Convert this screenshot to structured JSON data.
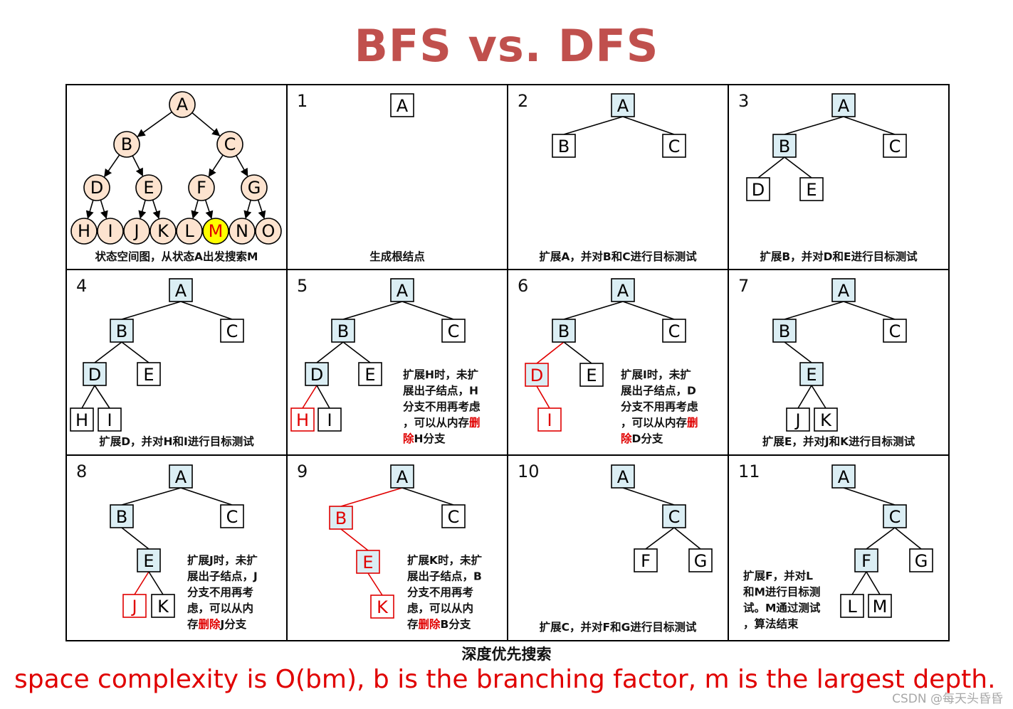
{
  "title": "BFS vs. DFS",
  "caption": "深度优先搜索",
  "footer": "space complexity is O(bm), b is the branching factor, m is the largest depth.",
  "watermark": "CSDN @每天头昏昏",
  "colors": {
    "title": "#c0504d",
    "highlight": "#e00000",
    "circle_fill": "#fde3cf",
    "goal_fill": "#ffff00",
    "expanded_fill": "#dbeef4",
    "box_fill": "#ffffff"
  },
  "state_space": {
    "caption": "状态空间图，从状态A出发搜索M",
    "goal": "M",
    "nodes": [
      "A",
      "B",
      "C",
      "D",
      "E",
      "F",
      "G",
      "H",
      "I",
      "J",
      "K",
      "L",
      "M",
      "N",
      "O"
    ],
    "edges": [
      [
        "A",
        "B"
      ],
      [
        "A",
        "C"
      ],
      [
        "B",
        "D"
      ],
      [
        "B",
        "E"
      ],
      [
        "C",
        "F"
      ],
      [
        "C",
        "G"
      ],
      [
        "D",
        "H"
      ],
      [
        "D",
        "I"
      ],
      [
        "E",
        "J"
      ],
      [
        "E",
        "K"
      ],
      [
        "F",
        "L"
      ],
      [
        "F",
        "M"
      ],
      [
        "G",
        "N"
      ],
      [
        "G",
        "O"
      ]
    ]
  },
  "steps": [
    {
      "number": "1",
      "caption": "生成根结点",
      "nodes": [
        [
          "A",
          "w"
        ]
      ],
      "edges": []
    },
    {
      "number": "2",
      "caption": "扩展A，并对B和C进行目标测试",
      "nodes": [
        [
          "A",
          "b"
        ],
        [
          "B",
          "w"
        ],
        [
          "C",
          "w"
        ]
      ],
      "edges": [
        [
          "A",
          "B"
        ],
        [
          "A",
          "C"
        ]
      ]
    },
    {
      "number": "3",
      "caption": "扩展B，并对D和E进行目标测试",
      "nodes": [
        [
          "A",
          "b"
        ],
        [
          "B",
          "b"
        ],
        [
          "C",
          "w"
        ],
        [
          "D",
          "w"
        ],
        [
          "E",
          "w"
        ]
      ],
      "edges": [
        [
          "A",
          "B"
        ],
        [
          "A",
          "C"
        ],
        [
          "B",
          "D"
        ],
        [
          "B",
          "E"
        ]
      ]
    },
    {
      "number": "4",
      "caption": "扩展D，并对H和I进行目标测试",
      "nodes": [
        [
          "A",
          "b"
        ],
        [
          "B",
          "b"
        ],
        [
          "C",
          "w"
        ],
        [
          "D",
          "b"
        ],
        [
          "E",
          "w"
        ],
        [
          "H",
          "w"
        ],
        [
          "I",
          "w"
        ]
      ],
      "edges": [
        [
          "A",
          "B"
        ],
        [
          "A",
          "C"
        ],
        [
          "B",
          "D"
        ],
        [
          "B",
          "E"
        ],
        [
          "D",
          "H"
        ],
        [
          "D",
          "I"
        ]
      ]
    },
    {
      "number": "5",
      "note": [
        [
          "t",
          "扩展H时，未扩"
        ],
        [
          "t",
          "展出子结点，H"
        ],
        [
          "t",
          "分支不用再考虑"
        ],
        [
          "t",
          "，可以从内存",
          "删"
        ],
        [
          "r",
          "除",
          "H分支"
        ]
      ],
      "nodes": [
        [
          "A",
          "b"
        ],
        [
          "B",
          "b"
        ],
        [
          "C",
          "w"
        ],
        [
          "D",
          "b"
        ],
        [
          "E",
          "w"
        ],
        [
          "H",
          "r"
        ],
        [
          "I",
          "w"
        ]
      ],
      "edges": [
        [
          "A",
          "B"
        ],
        [
          "A",
          "C"
        ],
        [
          "B",
          "D"
        ],
        [
          "B",
          "E"
        ],
        [
          "D",
          "H",
          "r"
        ],
        [
          "D",
          "I"
        ]
      ]
    },
    {
      "number": "6",
      "note": [
        [
          "t",
          "扩展I时，未扩"
        ],
        [
          "t",
          "展出子结点，D"
        ],
        [
          "t",
          "分支不用再考虑"
        ],
        [
          "t",
          "，可以从内存",
          "删"
        ],
        [
          "r",
          "除",
          "D分支"
        ]
      ],
      "nodes": [
        [
          "A",
          "b"
        ],
        [
          "B",
          "b"
        ],
        [
          "C",
          "w"
        ],
        [
          "D",
          "rb"
        ],
        [
          "E",
          "w"
        ],
        [
          "I",
          "r"
        ]
      ],
      "edges": [
        [
          "A",
          "B"
        ],
        [
          "A",
          "C"
        ],
        [
          "B",
          "D",
          "r"
        ],
        [
          "B",
          "E"
        ],
        [
          "D",
          "I",
          "r"
        ]
      ]
    },
    {
      "number": "7",
      "caption": "扩展E，并对J和K进行目标测试",
      "nodes": [
        [
          "A",
          "b"
        ],
        [
          "B",
          "b"
        ],
        [
          "C",
          "w"
        ],
        [
          "E",
          "b"
        ],
        [
          "J",
          "w"
        ],
        [
          "K",
          "w"
        ]
      ],
      "edges": [
        [
          "A",
          "B"
        ],
        [
          "A",
          "C"
        ],
        [
          "B",
          "E"
        ],
        [
          "E",
          "J"
        ],
        [
          "E",
          "K"
        ]
      ]
    },
    {
      "number": "8",
      "note": [
        [
          "t",
          "扩展J时，未扩"
        ],
        [
          "t",
          "展出子结点，J"
        ],
        [
          "t",
          "分支不用再考"
        ],
        [
          "t",
          "虑，可以从内"
        ],
        [
          "s",
          "存",
          "删除",
          "J分支"
        ]
      ],
      "nodes": [
        [
          "A",
          "b"
        ],
        [
          "B",
          "b"
        ],
        [
          "C",
          "w"
        ],
        [
          "E",
          "b"
        ],
        [
          "J",
          "r"
        ],
        [
          "K",
          "w"
        ]
      ],
      "edges": [
        [
          "A",
          "B"
        ],
        [
          "A",
          "C"
        ],
        [
          "B",
          "E"
        ],
        [
          "E",
          "J",
          "r"
        ],
        [
          "E",
          "K"
        ]
      ]
    },
    {
      "number": "9",
      "note": [
        [
          "t",
          "扩展K时，未扩"
        ],
        [
          "t",
          "展出子结点，B"
        ],
        [
          "t",
          "分支不用再考"
        ],
        [
          "t",
          "虑，可以从内"
        ],
        [
          "s",
          "存",
          "删除",
          "B分支"
        ]
      ],
      "nodes": [
        [
          "A",
          "b"
        ],
        [
          "B",
          "rb"
        ],
        [
          "C",
          "w"
        ],
        [
          "E",
          "rb"
        ],
        [
          "K",
          "r"
        ]
      ],
      "edges": [
        [
          "A",
          "B",
          "r"
        ],
        [
          "A",
          "C"
        ],
        [
          "B",
          "E",
          "r"
        ],
        [
          "E",
          "K",
          "r"
        ]
      ]
    },
    {
      "number": "10",
      "caption": "扩展C，并对F和G进行目标测试",
      "nodes": [
        [
          "A",
          "b"
        ],
        [
          "C",
          "b"
        ],
        [
          "F",
          "w"
        ],
        [
          "G",
          "w"
        ]
      ],
      "edges": [
        [
          "A",
          "C"
        ],
        [
          "C",
          "F"
        ],
        [
          "C",
          "G"
        ]
      ]
    },
    {
      "number": "11",
      "note": [
        [
          "t",
          "扩展F，并对L"
        ],
        [
          "t",
          "和M进行目标测"
        ],
        [
          "t",
          "试。M通过测试"
        ],
        [
          "t",
          "，算法结束"
        ]
      ],
      "nodes": [
        [
          "A",
          "b"
        ],
        [
          "C",
          "b"
        ],
        [
          "F",
          "b"
        ],
        [
          "G",
          "w"
        ],
        [
          "L",
          "w"
        ],
        [
          "M",
          "w"
        ]
      ],
      "edges": [
        [
          "A",
          "C"
        ],
        [
          "C",
          "F"
        ],
        [
          "C",
          "G"
        ],
        [
          "F",
          "L"
        ],
        [
          "F",
          "M"
        ]
      ]
    }
  ]
}
